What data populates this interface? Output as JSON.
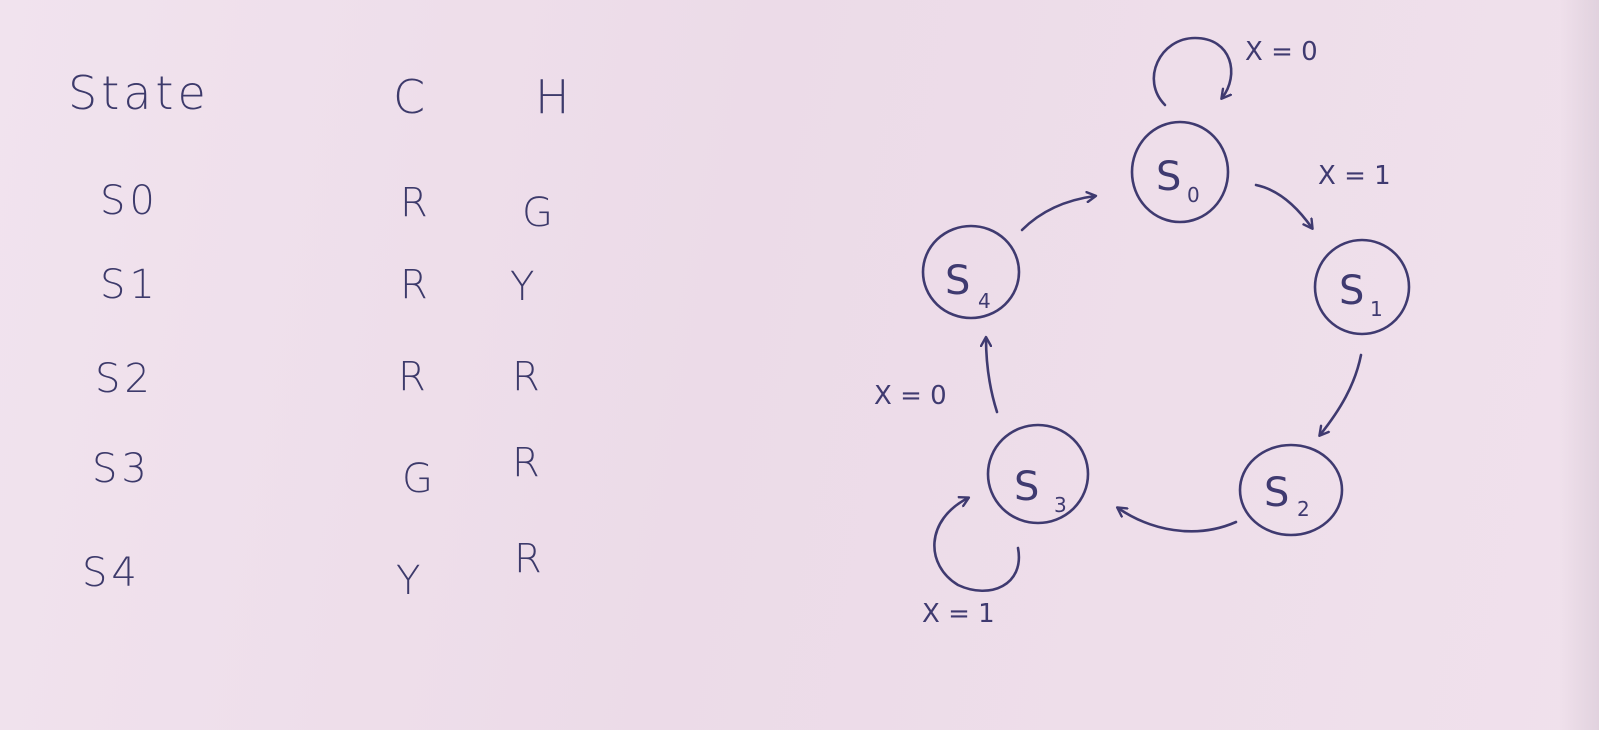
{
  "table": {
    "headers": {
      "state": "State",
      "c": "C",
      "h": "H"
    },
    "rows": [
      {
        "state": "S0",
        "c": "R",
        "h": "G"
      },
      {
        "state": "S1",
        "c": "R",
        "h": "Y"
      },
      {
        "state": "S2",
        "c": "R",
        "h": "R"
      },
      {
        "state": "S3",
        "c": "G",
        "h": "R"
      },
      {
        "state": "S4",
        "c": "Y",
        "h": "R"
      }
    ]
  },
  "diagram": {
    "states": [
      {
        "id": "S0",
        "letter": "S",
        "subscript": "0"
      },
      {
        "id": "S1",
        "letter": "S",
        "subscript": "1"
      },
      {
        "id": "S2",
        "letter": "S",
        "subscript": "2"
      },
      {
        "id": "S3",
        "letter": "S",
        "subscript": "3"
      },
      {
        "id": "S4",
        "letter": "S",
        "subscript": "4"
      }
    ],
    "transitions": [
      {
        "from": "S0",
        "to": "S0",
        "label": "X = 0"
      },
      {
        "from": "S0",
        "to": "S1",
        "label": "X = 1"
      },
      {
        "from": "S1",
        "to": "S2",
        "label": ""
      },
      {
        "from": "S2",
        "to": "S3",
        "label": ""
      },
      {
        "from": "S3",
        "to": "S3",
        "label": "X = 1"
      },
      {
        "from": "S3",
        "to": "S4",
        "label": "X = 0"
      },
      {
        "from": "S4",
        "to": "S0",
        "label": ""
      }
    ]
  }
}
